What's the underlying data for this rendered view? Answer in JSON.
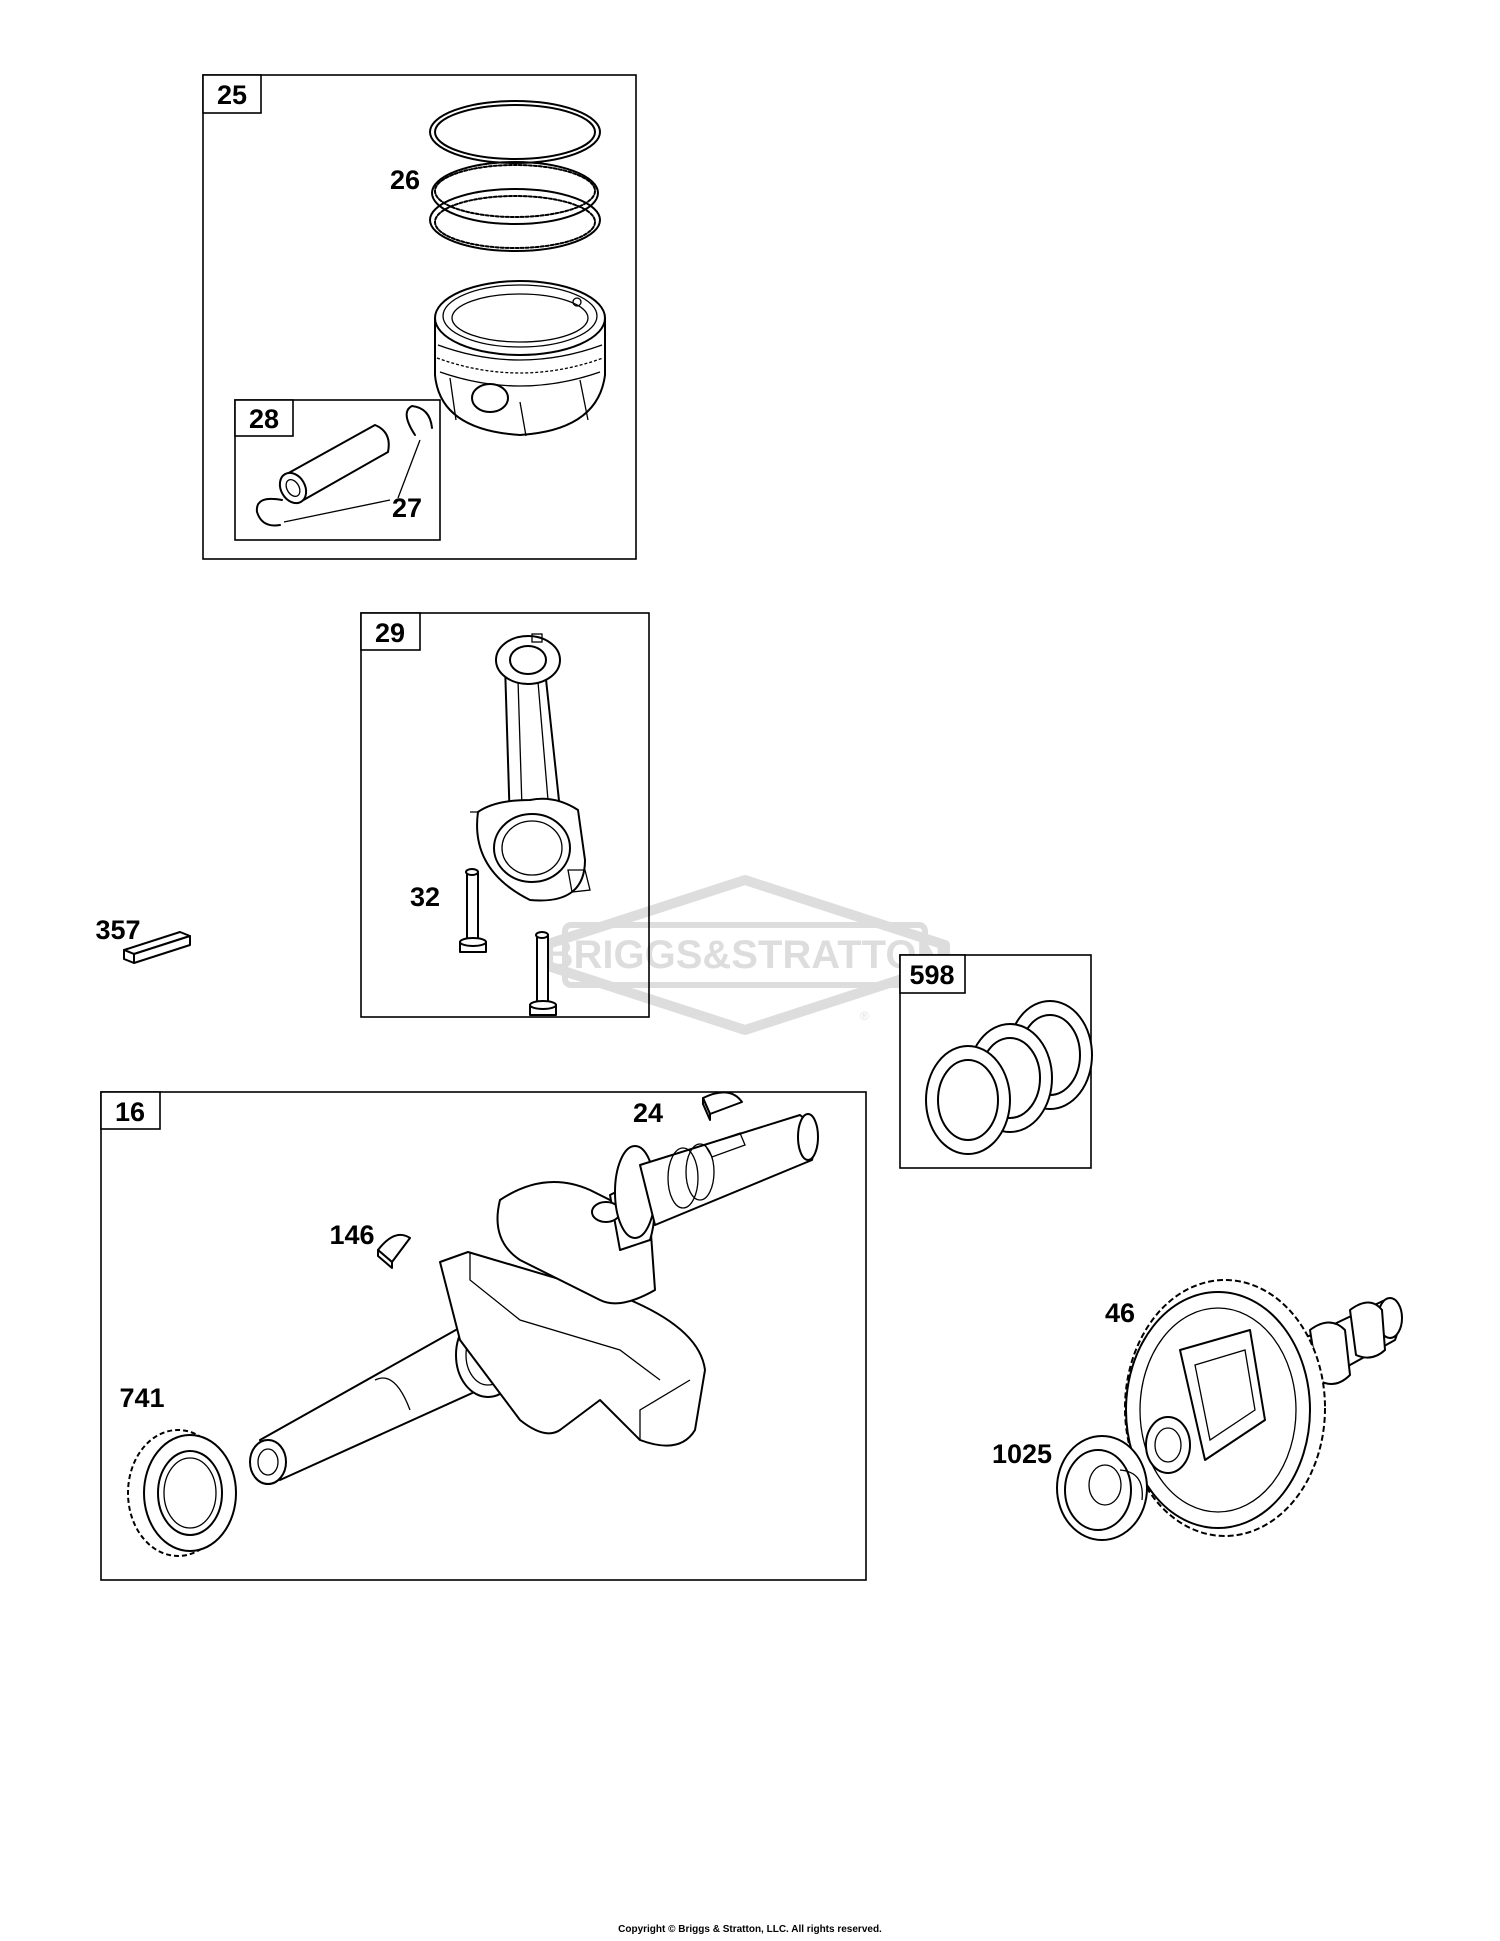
{
  "watermark": {
    "text": "BRIGGS&STRATTON",
    "mark": "®"
  },
  "groups": [
    {
      "id": "g25",
      "label": "25"
    },
    {
      "id": "g28",
      "label": "28"
    },
    {
      "id": "g29",
      "label": "29"
    },
    {
      "id": "g598",
      "label": "598"
    },
    {
      "id": "g16",
      "label": "16"
    }
  ],
  "callouts": [
    {
      "id": "c26",
      "label": "26",
      "part": "piston rings"
    },
    {
      "id": "c27",
      "label": "27",
      "part": "piston pin retainer clips"
    },
    {
      "id": "c32",
      "label": "32",
      "part": "connecting rod bolts"
    },
    {
      "id": "c357",
      "label": "357",
      "part": "square key"
    },
    {
      "id": "c24",
      "label": "24",
      "part": "woodruff key"
    },
    {
      "id": "c146",
      "label": "146",
      "part": "woodruff key"
    },
    {
      "id": "c741",
      "label": "741",
      "part": "crankshaft gear"
    },
    {
      "id": "c46",
      "label": "46",
      "part": "camshaft"
    },
    {
      "id": "c1025",
      "label": "1025",
      "part": "governor cup"
    }
  ],
  "footer": {
    "copyright": "Copyright © Briggs & Stratton, LLC. All rights reserved."
  }
}
